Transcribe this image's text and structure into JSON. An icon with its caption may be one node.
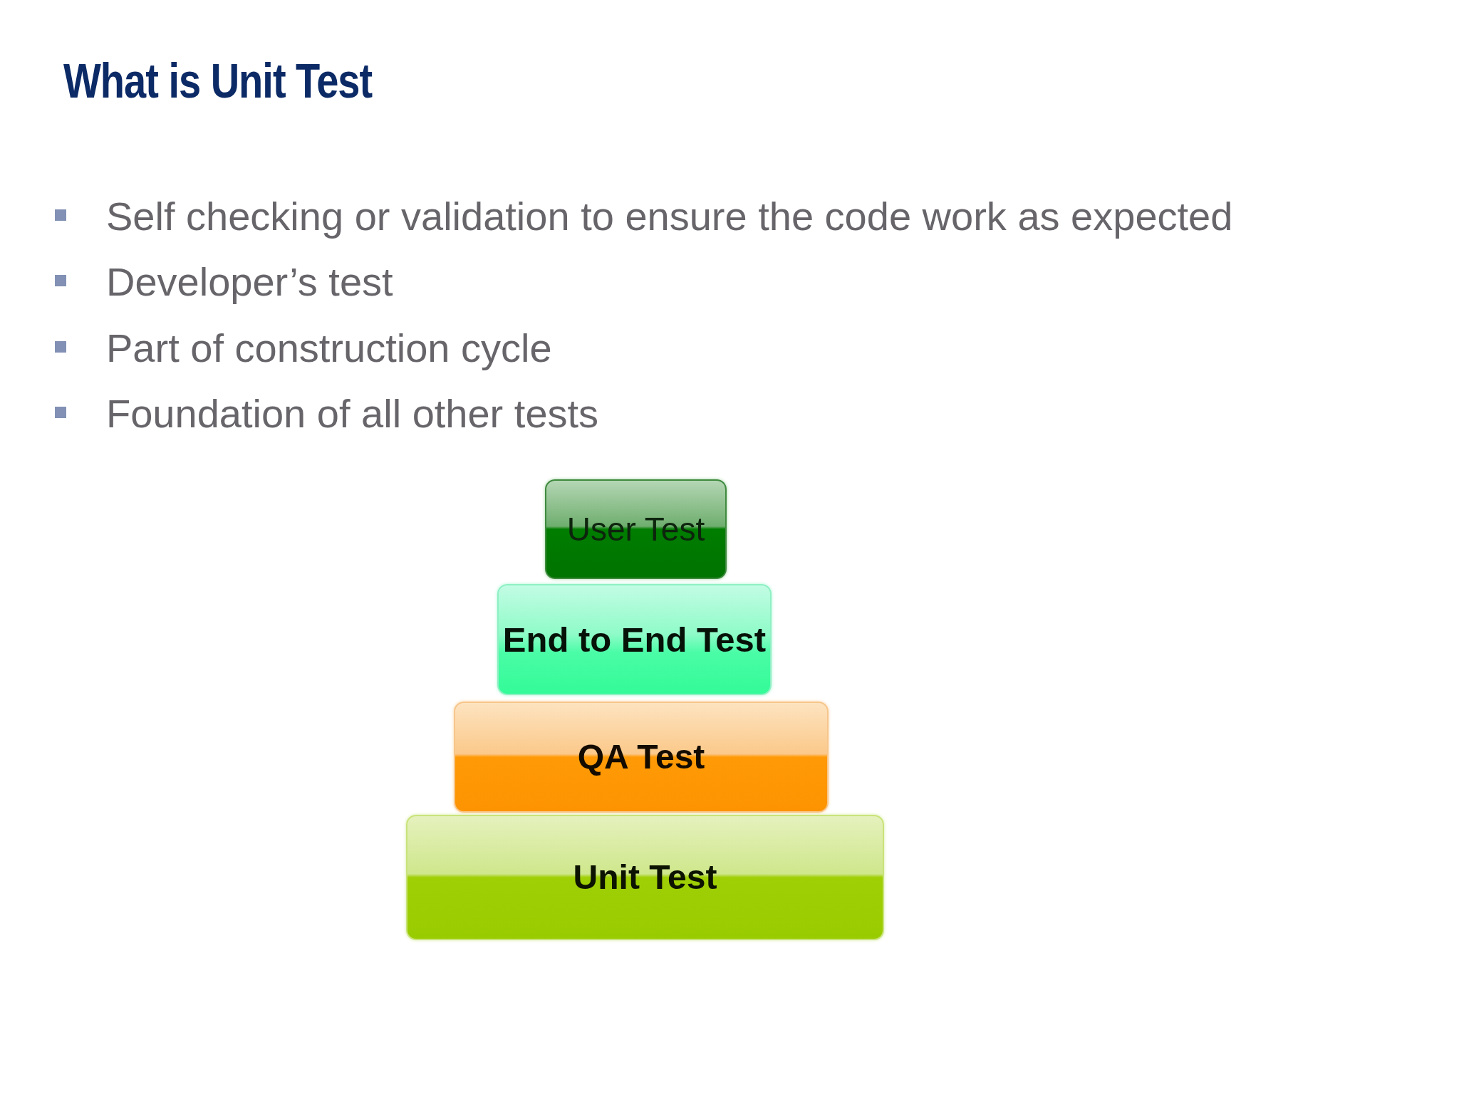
{
  "diagram": {
    "title": "What is Unit Test",
    "nodes": [
      {
        "text": [
          "User Test"
        ]
      },
      {
        "text": [
          "End to End Test"
        ]
      },
      {
        "text": [
          "QA Test"
        ]
      },
      {
        "text": [
          "Unit Test"
        ]
      }
    ],
    "labels": [
      "Self checking or validation to ensure the code work as expected",
      "Developer’s test",
      "Part of construction cycle",
      "Foundation of all other tests"
    ]
  }
}
